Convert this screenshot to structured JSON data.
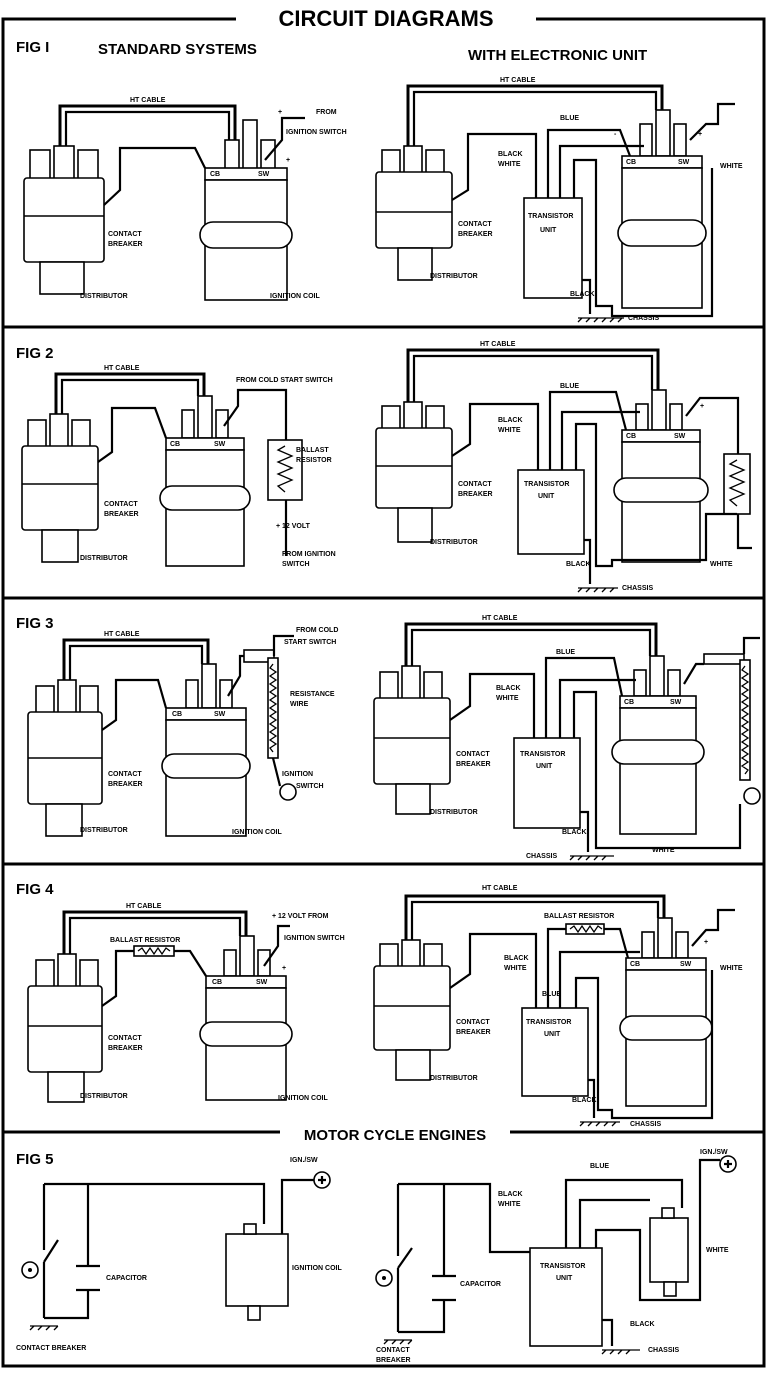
{
  "title": "CIRCUIT DIAGRAMS",
  "headings": {
    "standard": "STANDARD SYSTEMS",
    "electronic": "WITH ELECTRONIC UNIT",
    "motorcycle": "MOTOR CYCLE ENGINES"
  },
  "figs": {
    "f1": "FIG I",
    "f2": "FIG 2",
    "f3": "FIG 3",
    "f4": "FIG 4",
    "f5": "FIG 5"
  },
  "labels": {
    "ht_cable": "HT CABLE",
    "from": "FROM",
    "ignition_switch": "IGNITION SWITCH",
    "contact": "CONTACT",
    "breaker": "BREAKER",
    "contact_breaker": "CONTACT BREAKER",
    "distributor": "DISTRIBUTOR",
    "ignition_coil": "IGNITION COIL",
    "cb": "CB",
    "sw": "SW",
    "blue": "BLUE",
    "black": "BLACK",
    "white": "WHITE",
    "transistor": "TRANSISTOR",
    "unit": "UNIT",
    "chassis": "CHASSIS",
    "plus": "+",
    "minus": "-",
    "from_cold_start_switch": "FROM COLD START SWITCH",
    "ballast": "BALLAST",
    "resistor": "RESISTOR",
    "plus_12_volt": "+ 12 VOLT",
    "from_ignition": "FROM IGNITION",
    "switch": "SWITCH",
    "from_cold": "FROM COLD",
    "start_switch": "START SWITCH",
    "resistance": "RESISTANCE",
    "wire": "WIRE",
    "ignition": "IGNITION",
    "ballast_resistor": "BALLAST RESISTOR",
    "plus_12_volt_from": "+ 12 VOLT FROM",
    "capacitor": "CAPACITOR",
    "ign_sw": "IGN./SW"
  }
}
